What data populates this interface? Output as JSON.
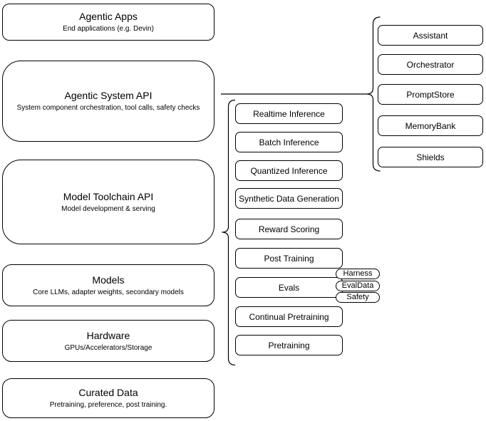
{
  "diagram": {
    "stack": [
      {
        "title": "Agentic Apps",
        "subtitle": "End applications (e.g. Devin)"
      },
      {
        "title": "Agentic System API",
        "subtitle": "System component orchestration, tool calls, safety checks"
      },
      {
        "title": "Model Toolchain API",
        "subtitle": "Model development & serving"
      },
      {
        "title": "Models",
        "subtitle": "Core LLMs, adapter weights, secondary models"
      },
      {
        "title": "Hardware",
        "subtitle": "GPUs/Accelerators/Storage"
      },
      {
        "title": "Curated Data",
        "subtitle": "Pretraining, preference, post training."
      }
    ],
    "toolchain_items": [
      "Realtime Inference",
      "Batch Inference",
      "Quantized Inference",
      "Synthetic Data Generation",
      "Reward Scoring",
      "Post Training",
      "Evals",
      "Continual Pretraining",
      "Pretraining"
    ],
    "eval_tags": [
      "Harness",
      "EvalData",
      "Safety"
    ],
    "system_components": [
      "Assistant",
      "Orchestrator",
      "PromptStore",
      "MemoryBank",
      "Shields"
    ],
    "colors": {
      "stroke": "#000000",
      "background": "#ffffff",
      "text": "#000000"
    }
  }
}
